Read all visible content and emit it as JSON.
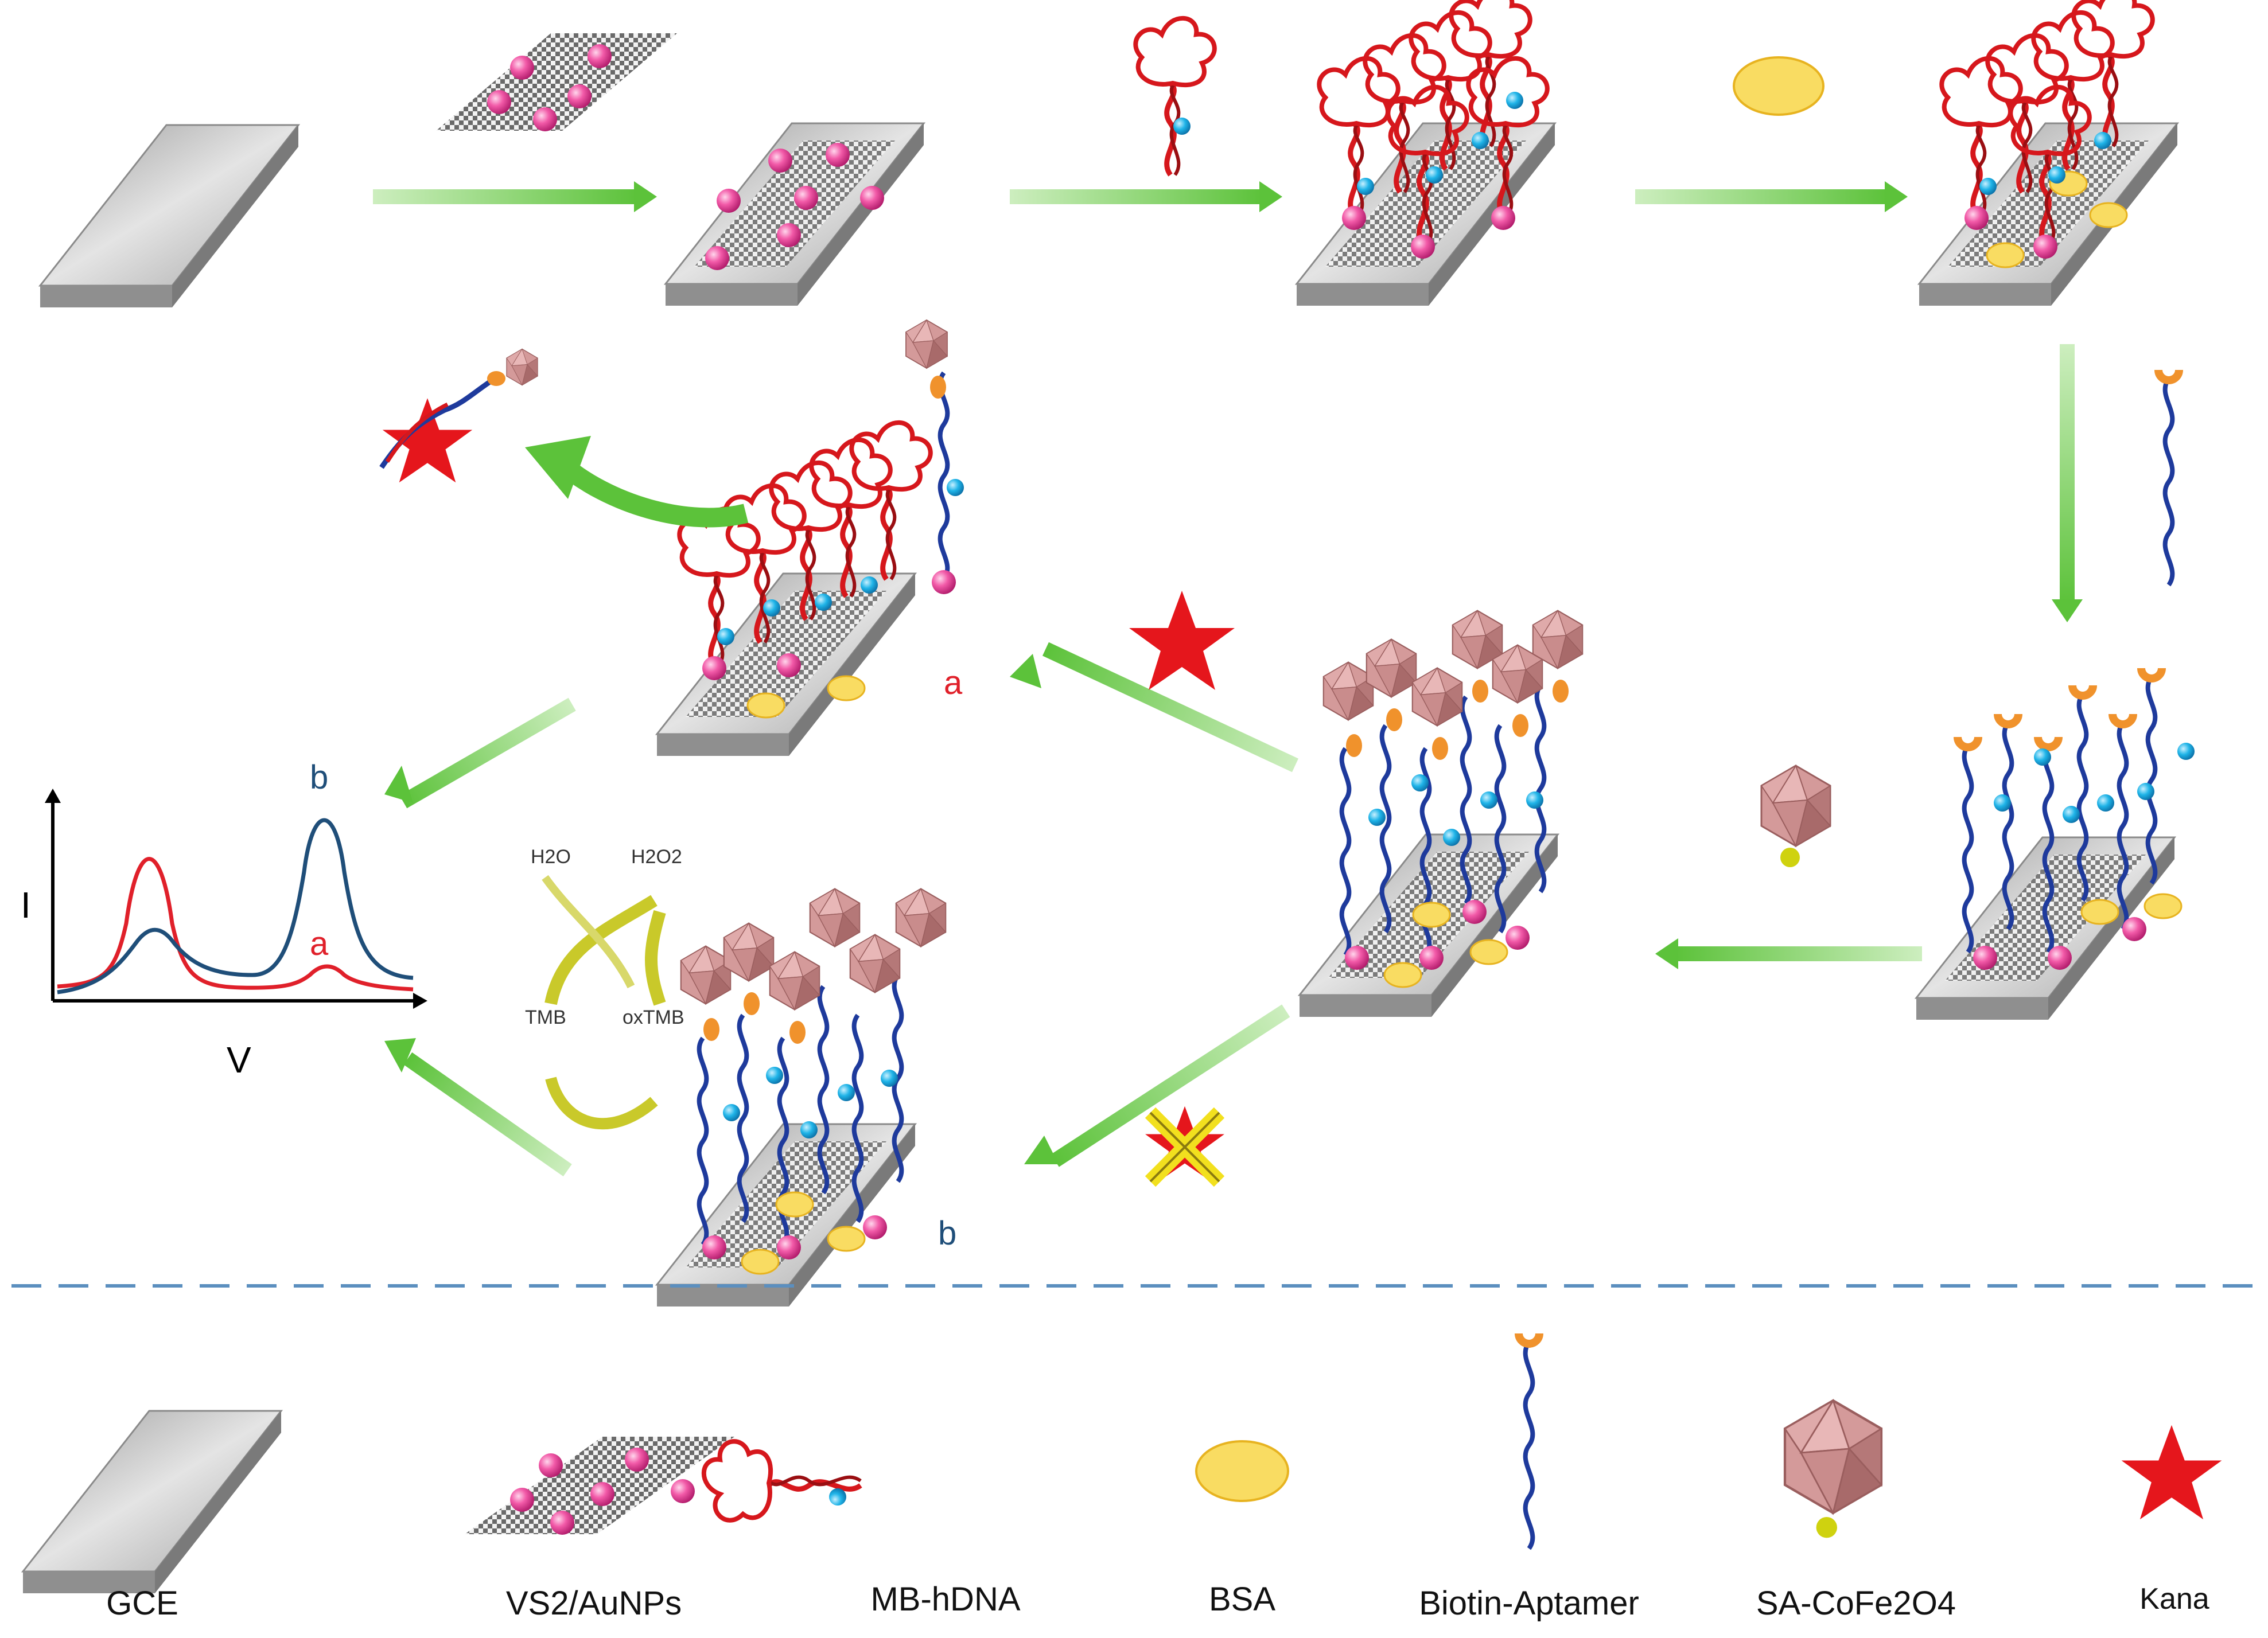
{
  "cycle_labels": {
    "h2o": "H2O",
    "h2o2": "H2O2",
    "tmb": "TMB",
    "oxtmb": "oxTMB"
  },
  "electrode_tags": {
    "a": "a",
    "b": "b"
  },
  "voltammogram": {
    "ylabel": "I",
    "xlabel": "V",
    "curve_a_label": "a",
    "curve_b_label": "b",
    "colors": {
      "a": "#e0202a",
      "b": "#1f4e79"
    }
  },
  "legend": [
    {
      "id": "gce",
      "label": "GCE"
    },
    {
      "id": "vs2-aunps",
      "label": "VS2/AuNPs"
    },
    {
      "id": "mb-hdna",
      "label": "MB-hDNA"
    },
    {
      "id": "bsa",
      "label": "BSA"
    },
    {
      "id": "biotin-aptamer",
      "label": "Biotin-Aptamer"
    },
    {
      "id": "sa-cofe2o4",
      "label": "SA-CoFe2O4"
    },
    {
      "id": "kana",
      "label": "Kana"
    }
  ],
  "colors": {
    "electrode": "#b9b9b9",
    "arrow": "#7dcf5a",
    "hairpin": "#d6171c",
    "aptamer": "#1e3a9c",
    "methylene_blue": "#1fb4e8",
    "aunp": "#f25aa8",
    "bsa": "#f7d24a",
    "nanoparticle": "#d49a9a",
    "kana": "#e5161c",
    "divider": "#5b8fbf"
  }
}
